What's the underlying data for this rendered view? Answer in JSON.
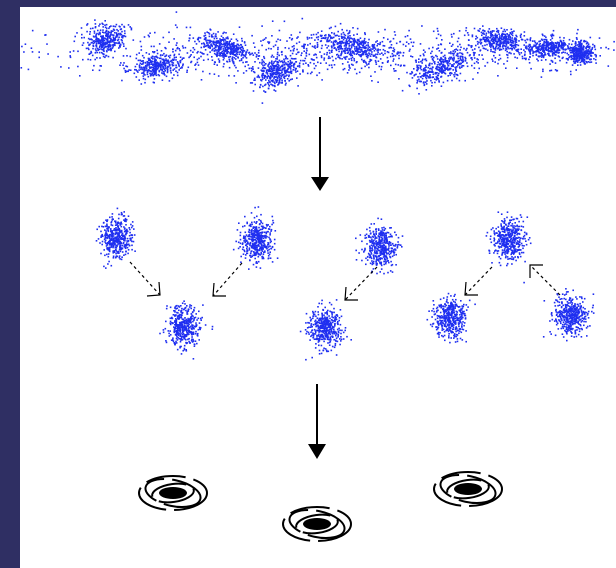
{
  "colors": {
    "background_frame": "#2f2f63",
    "panel": "#ffffff",
    "particle": "#1f2ff0",
    "line": "#000000"
  },
  "stages": [
    {
      "id": "filament",
      "icon": "diffuse-particle-filament"
    },
    {
      "id": "clumps",
      "icon": "particle-clumps-merging"
    },
    {
      "id": "galaxies",
      "icon": "spiral-galaxy-icons"
    }
  ]
}
